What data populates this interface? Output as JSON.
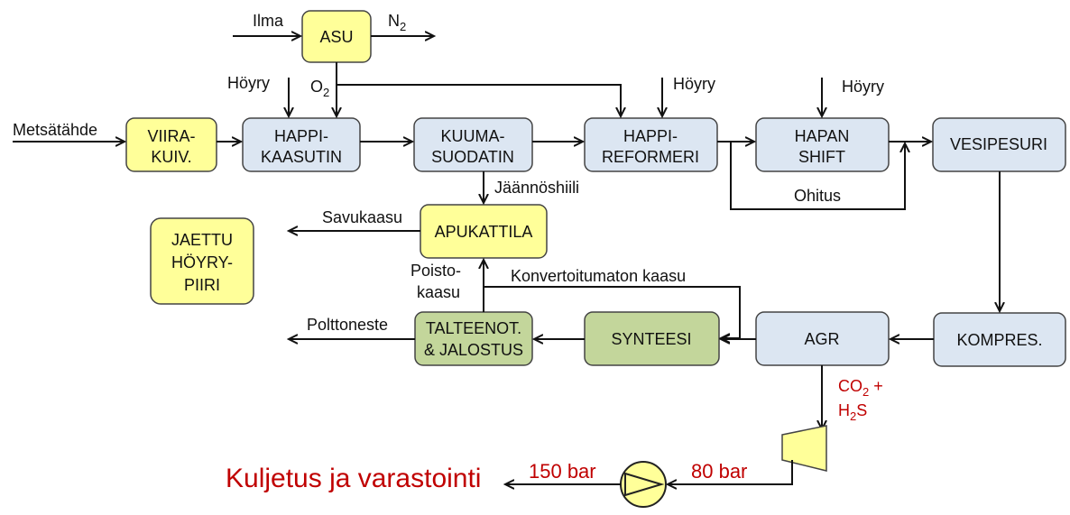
{
  "colors": {
    "blue_box": "#dce6f2",
    "yellow_box": "#ffff99",
    "green_box": "#c3d69b",
    "box_border": "#444444",
    "red": "#c00000"
  },
  "units": {
    "asu": [
      "ASU"
    ],
    "viira": [
      "VIIRA-",
      "KUIV."
    ],
    "kaasutin": [
      "HAPPI-",
      "KAASUTIN"
    ],
    "suodatin": [
      "KUUMA-",
      "SUODATIN"
    ],
    "reformeri": [
      "HAPPI-",
      "REFORMERI"
    ],
    "shift": [
      "HAPAN",
      "SHIFT"
    ],
    "vesipesuri": [
      "VESIPESURI"
    ],
    "apukattila": [
      "APUKATTILA"
    ],
    "jaettu": [
      "JAETTU",
      "HÖYRY-",
      "PIIRI"
    ],
    "talteenot": [
      "TALTEENOT.",
      "& JALOSTUS"
    ],
    "synteesi": [
      "SYNTEESI"
    ],
    "agr": [
      "AGR"
    ],
    "kompres": [
      "KOMPRES."
    ]
  },
  "streams": {
    "ilma": "Ilma",
    "n2": "N",
    "n2_sub": "2",
    "o2": "O",
    "o2_sub": "2",
    "hoyry1": "Höyry",
    "hoyry2": "Höyry",
    "hoyry3": "Höyry",
    "metsatahde": "Metsätähde",
    "jaannoshiili": "Jäännöshiili",
    "ohitus": "Ohitus",
    "savukaasu": "Savukaasu",
    "poistokaasu": [
      "Poisto-",
      "kaasu"
    ],
    "konvertoitumaton": "Konvertoitumaton kaasu",
    "polttoneste": "Polttoneste",
    "co2": "CO",
    "co2_sub": "2",
    "co2_plus": " +",
    "h2s_h": "H",
    "h2s_sub": "2",
    "h2s_s": "S"
  },
  "outputs": {
    "bar80": "80 bar",
    "bar150": "150 bar",
    "destination": "Kuljetus ja varastointi"
  }
}
